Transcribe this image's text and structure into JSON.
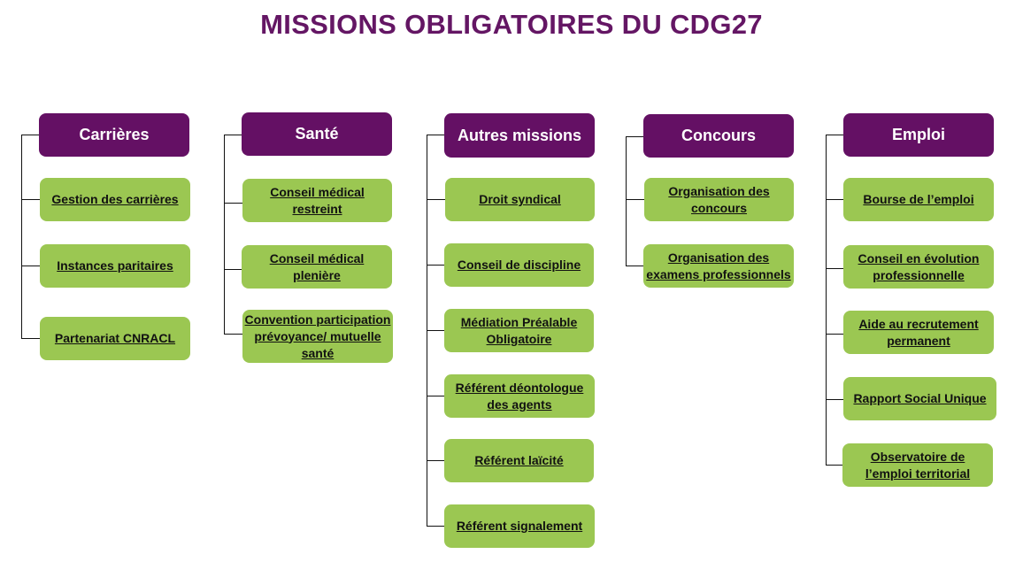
{
  "title": "MISSIONS OBLIGATOIRES DU CDG27",
  "colors": {
    "header_bg": "#641064",
    "item_bg": "#9bc752",
    "title": "#641664"
  },
  "columns": [
    {
      "header": "Carrières",
      "items": [
        "Gestion des carrières",
        "Instances paritaires",
        "Partenariat CNRACL"
      ]
    },
    {
      "header": "Santé",
      "items": [
        "Conseil médical restreint",
        "Conseil médical plenière",
        "Convention participation prévoyance/ mutuelle santé"
      ]
    },
    {
      "header": "Autres missions",
      "items": [
        "Droit syndical",
        "Conseil de discipline",
        "Médiation Préalable Obligatoire",
        "Référent déontologue des agents",
        "Référent laïcité",
        "Référent signalement"
      ]
    },
    {
      "header": "Concours",
      "items": [
        "Organisation des concours",
        "Organisation des examens professionnels"
      ]
    },
    {
      "header": "Emploi",
      "items": [
        "Bourse de l’emploi",
        "Conseil en évolution professionnelle",
        "Aide au recrutement permanent",
        "Rapport Social Unique",
        "Observatoire de l’emploi territorial"
      ]
    }
  ]
}
